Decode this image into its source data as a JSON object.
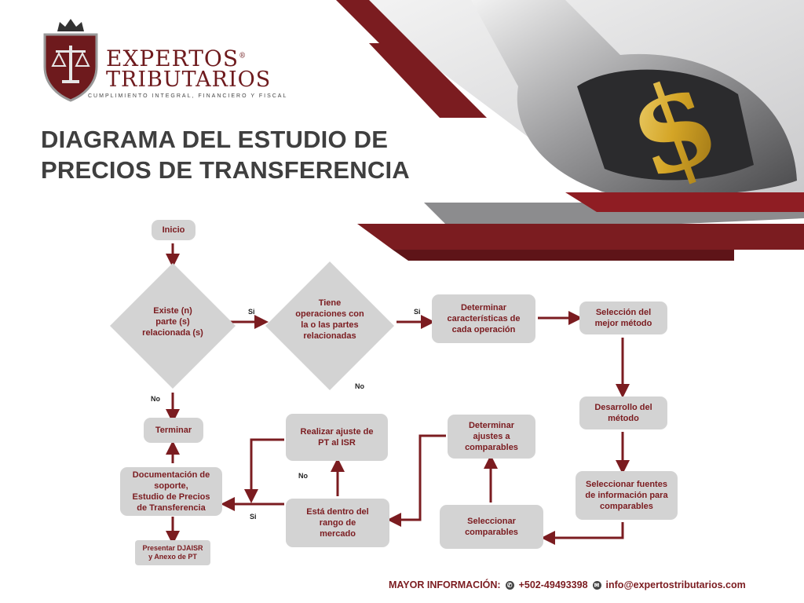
{
  "logo": {
    "name_line1": "EXPERTOS",
    "registered": "®",
    "name_line2": "TRIBUTARIOS",
    "tagline": "CUMPLIMIENTO INTEGRAL, FINANCIERO Y FISCAL"
  },
  "title": {
    "line1": "DIAGRAMA DEL ESTUDIO DE",
    "line2": "PRECIOS DE TRANSFERENCIA"
  },
  "diagram": {
    "inicio": "Inicio",
    "decision1": "Existe (n)\nparte (s)\nrelacionada (s)",
    "decision2": "Tiene\noperaciones con\nla o las partes\nrelacionadas",
    "caracteristicas": "Determinar\ncaracterísticas de\ncada operación",
    "mejor_metodo": "Selección del\nmejor método",
    "desarrollo": "Desarrollo del\nmétodo",
    "fuentes": "Seleccionar fuentes\nde información para\ncomparables",
    "seleccionar_comparables": "Seleccionar\ncomparables",
    "ajustes_comparables": "Determinar\najustes a\ncomparables",
    "rango": "Está dentro del\nrango de\nmercado",
    "ajuste_isr": "Realizar ajuste de\nPT al ISR",
    "documentacion": "Documentación de\nsoporte,\nEstudio de Precios\nde Transferencia",
    "terminar": "Terminar",
    "djaisr": "Presentar DJAISR\ny Anexo de PT",
    "labels": {
      "si1": "Si",
      "si2": "Si",
      "no1": "No",
      "no2": "No",
      "no3": "No",
      "si3": "Si"
    }
  },
  "footer": {
    "label": "MAYOR INFORMACIÓN:",
    "phone": "+502-49493398",
    "email": "info@expertostributarios.com"
  },
  "colors": {
    "accent": "#7b1c20",
    "box": "#d3d3d3",
    "title": "#3f3f3f"
  },
  "icons": [
    "crown-icon",
    "shield-icon",
    "scales-of-justice-icon",
    "wrench-dollar-icon",
    "phone-icon",
    "mail-icon"
  ]
}
